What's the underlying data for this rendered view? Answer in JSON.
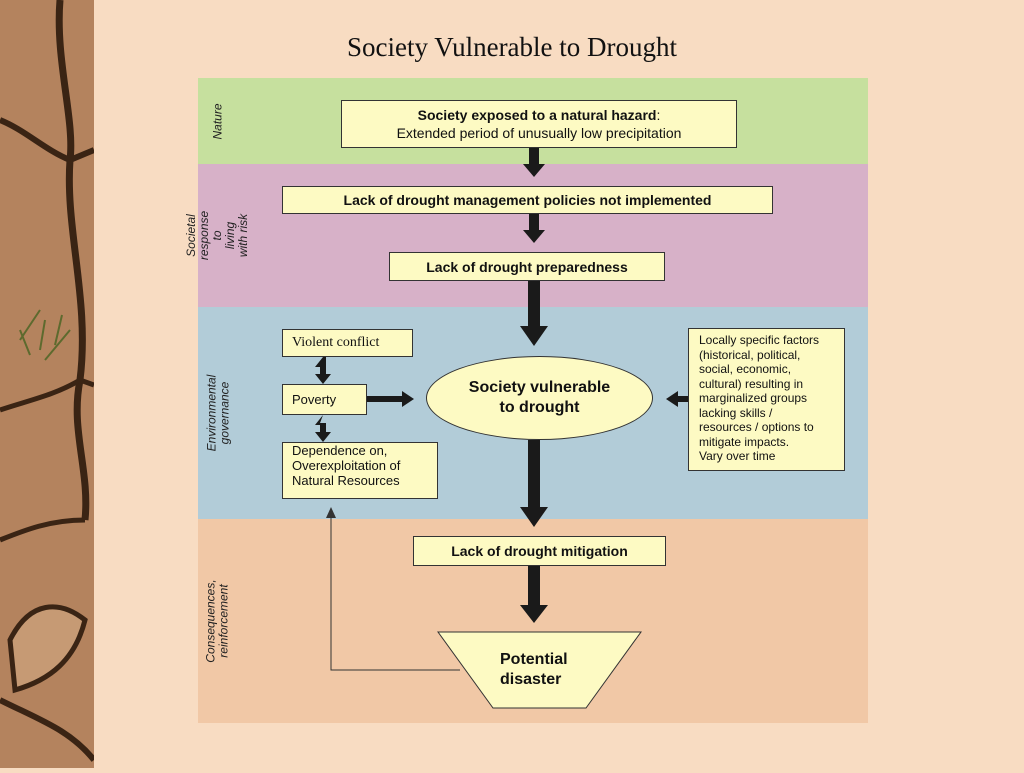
{
  "title": "Society Vulnerable to Drought",
  "bands": {
    "nature": {
      "label": "Nature",
      "color": "#c6e09e"
    },
    "societal": {
      "label": "Societal response to\nliving with risk",
      "color": "#d7b1c8"
    },
    "governance": {
      "label": "Environmental governance",
      "color": "#b2ccd8"
    },
    "consequences": {
      "label": "Consequences,\nreinforcement",
      "color": "#f1c8a6"
    }
  },
  "boxes": {
    "hazard_title": "Society exposed to a natural hazard",
    "hazard_colon": ":",
    "hazard_detail": "Extended period of unusually low precipitation",
    "policies": "Lack of drought management policies not implemented",
    "preparedness": "Lack of drought preparedness",
    "violent_conflict": "Violent conflict",
    "poverty": "Poverty",
    "dependence_line1": "Dependence on,",
    "dependence_line2": "Overexploitation of",
    "dependence_line3": "Natural Resources",
    "vulnerable_line1": "Society vulnerable",
    "vulnerable_line2": "to drought",
    "local_factors": [
      "Locally specific  factors",
      "(historical, political,",
      "social, economic,",
      "cultural) resulting in",
      "marginalized groups",
      "lacking  skills /",
      "resources / options to",
      "mitigate  impacts.",
      "Vary over time"
    ],
    "mitigation": "Lack of drought mitigation",
    "disaster_line1": "Potential",
    "disaster_line2": "disaster"
  },
  "colors": {
    "box_fill": "#fdfac3",
    "arrow": "#1a1a1a"
  }
}
